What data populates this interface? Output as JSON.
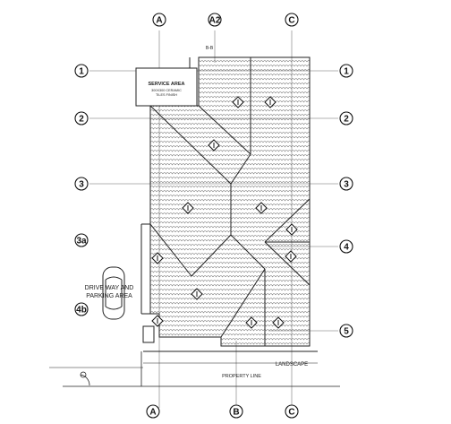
{
  "grid": {
    "columns_top": [
      "A",
      "A2",
      "C"
    ],
    "columns_bottom": [
      "A",
      "B",
      "C"
    ],
    "rows_left": [
      "1",
      "2",
      "3",
      "3a",
      "4b"
    ],
    "rows_right": [
      "1",
      "2",
      "3",
      "4",
      "5"
    ]
  },
  "labels": {
    "service_area": "SERVICE AREA",
    "service_area_note_1": "300X300 CERAMIC",
    "service_area_note_2": "TILES FINISH",
    "driveway_line1": "DRIVE WAY AND",
    "driveway_line2": "PARKING AREA",
    "property_line": "PROPERTY LINE",
    "landscape": "LANDSCAPE",
    "section_mark": "B-B"
  },
  "colors": {
    "line": "#222222",
    "grid_line": "#9a9a9a",
    "roof_hatch": "#6a6a6a"
  },
  "slope_arrow_count": 12
}
